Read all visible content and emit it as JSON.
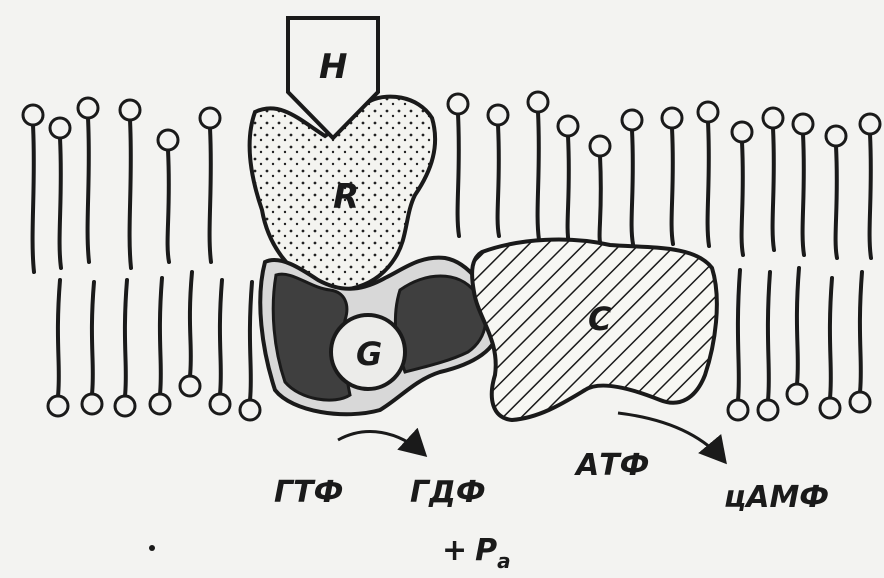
{
  "labels": {
    "hormone": "H",
    "receptor": "R",
    "g_protein": "G",
    "cyclase": "C",
    "gtp": "ГТФ",
    "gdp": "ГДФ",
    "pi_plus": "+",
    "pi_p": "P",
    "pi_sub": "a",
    "atp": "АТФ",
    "camp": "цАМФ"
  },
  "colors": {
    "ink": "#1a1a1a",
    "background": "#f3f3f1",
    "receptor_fill": "#f4f4f0",
    "g_dark": "#3f3f3f",
    "g_light": "#d8d8d8",
    "cyclase_fill": "#f7f7f3"
  }
}
